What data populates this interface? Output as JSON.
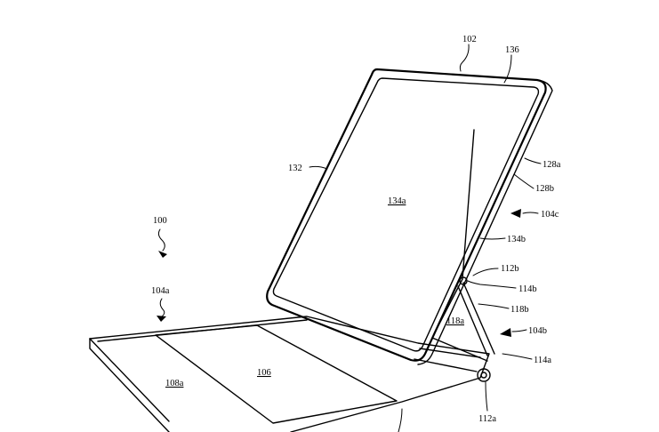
{
  "figure": {
    "labels": {
      "l102": "102",
      "l136": "136",
      "l132": "132",
      "l134a": "134a",
      "l128a": "128a",
      "l128b": "128b",
      "l104c": "104c",
      "l134b": "134b",
      "l100": "100",
      "l112b": "112b",
      "l114b": "114b",
      "l104a": "104a",
      "l118b": "118b",
      "l118a": "118a",
      "l104b": "104b",
      "l106": "106",
      "l108a": "108a",
      "l114a": "114a",
      "l112a": "112a"
    }
  }
}
